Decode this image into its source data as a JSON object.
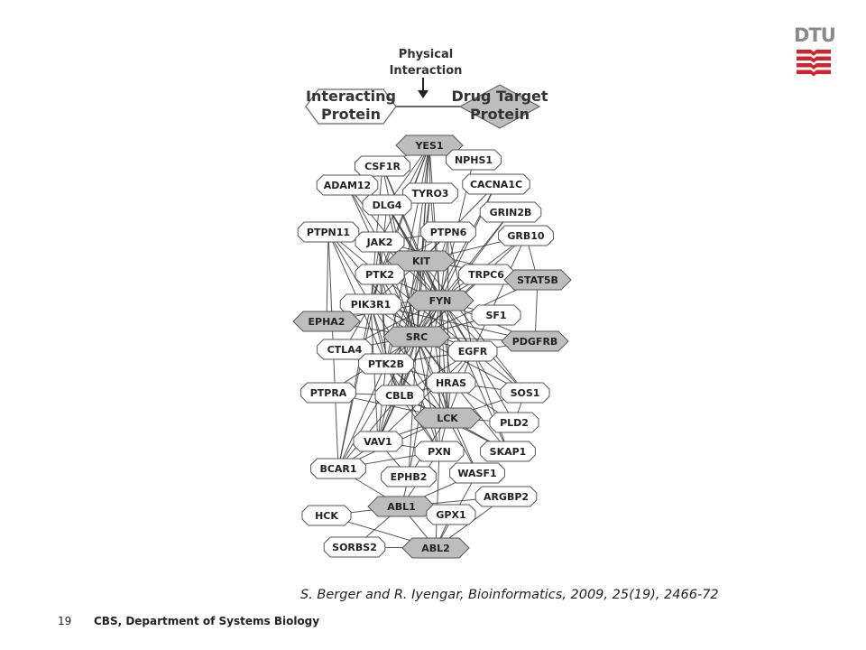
{
  "legend": {
    "arrow_label_line1": "Physical",
    "arrow_label_line2": "Interaction",
    "interacting_line1": "Interacting",
    "interacting_line2": "Protein",
    "target_line1": "Drug Target",
    "target_line2": "Protein"
  },
  "network": {
    "nodes": [
      {
        "id": "YES1",
        "shape": "diamond"
      },
      {
        "id": "CSF1R",
        "shape": "octagon"
      },
      {
        "id": "NPHS1",
        "shape": "octagon"
      },
      {
        "id": "ADAM12",
        "shape": "octagon"
      },
      {
        "id": "TYRO3",
        "shape": "octagon"
      },
      {
        "id": "CACNA1C",
        "shape": "octagon"
      },
      {
        "id": "DLG4",
        "shape": "octagon"
      },
      {
        "id": "GRIN2B",
        "shape": "octagon"
      },
      {
        "id": "PTPN11",
        "shape": "octagon"
      },
      {
        "id": "PTPN6",
        "shape": "octagon"
      },
      {
        "id": "GRB10",
        "shape": "octagon"
      },
      {
        "id": "JAK2",
        "shape": "octagon"
      },
      {
        "id": "KIT",
        "shape": "diamond"
      },
      {
        "id": "PTK2",
        "shape": "octagon"
      },
      {
        "id": "TRPC6",
        "shape": "octagon"
      },
      {
        "id": "STAT5B",
        "shape": "diamond"
      },
      {
        "id": "FYN",
        "shape": "diamond"
      },
      {
        "id": "PIK3R1",
        "shape": "octagon"
      },
      {
        "id": "SF1",
        "shape": "octagon"
      },
      {
        "id": "EPHA2",
        "shape": "diamond"
      },
      {
        "id": "SRC",
        "shape": "diamond"
      },
      {
        "id": "PDGFRB",
        "shape": "diamond"
      },
      {
        "id": "CTLA4",
        "shape": "octagon"
      },
      {
        "id": "EGFR",
        "shape": "octagon"
      },
      {
        "id": "PTK2B",
        "shape": "octagon"
      },
      {
        "id": "HRAS",
        "shape": "octagon"
      },
      {
        "id": "PTPRA",
        "shape": "octagon"
      },
      {
        "id": "CBLB",
        "shape": "octagon"
      },
      {
        "id": "SOS1",
        "shape": "octagon"
      },
      {
        "id": "LCK",
        "shape": "diamond"
      },
      {
        "id": "PLD2",
        "shape": "octagon"
      },
      {
        "id": "VAV1",
        "shape": "octagon"
      },
      {
        "id": "PXN",
        "shape": "octagon"
      },
      {
        "id": "SKAP1",
        "shape": "octagon"
      },
      {
        "id": "BCAR1",
        "shape": "octagon"
      },
      {
        "id": "EPHB2",
        "shape": "octagon"
      },
      {
        "id": "WASF1",
        "shape": "octagon"
      },
      {
        "id": "ARGBP2",
        "shape": "octagon"
      },
      {
        "id": "ABL1",
        "shape": "diamond"
      },
      {
        "id": "HCK",
        "shape": "octagon"
      },
      {
        "id": "GPX1",
        "shape": "octagon"
      },
      {
        "id": "SORBS2",
        "shape": "octagon"
      },
      {
        "id": "ABL2",
        "shape": "diamond"
      }
    ],
    "edges": [
      [
        "YES1",
        "CSF1R"
      ],
      [
        "YES1",
        "NPHS1"
      ],
      [
        "YES1",
        "TYRO3"
      ],
      [
        "YES1",
        "DLG4"
      ],
      [
        "YES1",
        "JAK2"
      ],
      [
        "YES1",
        "PTK2"
      ],
      [
        "YES1",
        "KIT"
      ],
      [
        "YES1",
        "PIK3R1"
      ],
      [
        "YES1",
        "SRC"
      ],
      [
        "YES1",
        "FYN"
      ],
      [
        "YES1",
        "PTK2B"
      ],
      [
        "YES1",
        "CBLB"
      ],
      [
        "CSF1R",
        "KIT"
      ],
      [
        "CSF1R",
        "FYN"
      ],
      [
        "CSF1R",
        "SRC"
      ],
      [
        "CSF1R",
        "PIK3R1"
      ],
      [
        "NPHS1",
        "FYN"
      ],
      [
        "ADAM12",
        "SRC"
      ],
      [
        "ADAM12",
        "FYN"
      ],
      [
        "ADAM12",
        "JAK2"
      ],
      [
        "TYRO3",
        "FYN"
      ],
      [
        "TYRO3",
        "SRC"
      ],
      [
        "TYRO3",
        "KIT"
      ],
      [
        "CACNA1C",
        "SRC"
      ],
      [
        "CACNA1C",
        "FYN"
      ],
      [
        "CACNA1C",
        "KIT"
      ],
      [
        "DLG4",
        "FYN"
      ],
      [
        "DLG4",
        "SRC"
      ],
      [
        "DLG4",
        "PTK2"
      ],
      [
        "DLG4",
        "EGFR"
      ],
      [
        "DLG4",
        "KIT"
      ],
      [
        "GRIN2B",
        "FYN"
      ],
      [
        "GRIN2B",
        "SRC"
      ],
      [
        "PTPN11",
        "JAK2"
      ],
      [
        "PTPN11",
        "PIK3R1"
      ],
      [
        "PTPN11",
        "PTK2"
      ],
      [
        "PTPN11",
        "SRC"
      ],
      [
        "PTPN11",
        "EPHA2"
      ],
      [
        "PTPN11",
        "BCAR1"
      ],
      [
        "PTPN11",
        "KIT"
      ],
      [
        "PTPN11",
        "CBLB"
      ],
      [
        "PTPN6",
        "KIT"
      ],
      [
        "PTPN6",
        "LCK"
      ],
      [
        "PTPN6",
        "SRC"
      ],
      [
        "PTPN6",
        "JAK2"
      ],
      [
        "PTPN6",
        "EGFR"
      ],
      [
        "PTPN6",
        "FYN"
      ],
      [
        "PTPN6",
        "PTK2"
      ],
      [
        "GRB10",
        "KIT"
      ],
      [
        "GRB10",
        "STAT5B"
      ],
      [
        "GRB10",
        "EGFR"
      ],
      [
        "GRB10",
        "FYN"
      ],
      [
        "GRB10",
        "SRC"
      ],
      [
        "JAK2",
        "KIT"
      ],
      [
        "JAK2",
        "PTK2"
      ],
      [
        "JAK2",
        "FYN"
      ],
      [
        "JAK2",
        "SRC"
      ],
      [
        "JAK2",
        "PIK3R1"
      ],
      [
        "JAK2",
        "STAT5B"
      ],
      [
        "JAK2",
        "PTK2B"
      ],
      [
        "KIT",
        "PTK2"
      ],
      [
        "KIT",
        "FYN"
      ],
      [
        "KIT",
        "SRC"
      ],
      [
        "KIT",
        "STAT5B"
      ],
      [
        "KIT",
        "PIK3R1"
      ],
      [
        "KIT",
        "VAV1"
      ],
      [
        "KIT",
        "LCK"
      ],
      [
        "KIT",
        "CBLB"
      ],
      [
        "KIT",
        "PTK2B"
      ],
      [
        "KIT",
        "SOS1"
      ],
      [
        "PTK2",
        "FYN"
      ],
      [
        "PTK2",
        "SRC"
      ],
      [
        "PTK2",
        "PIK3R1"
      ],
      [
        "PTK2",
        "PXN"
      ],
      [
        "PTK2",
        "BCAR1"
      ],
      [
        "PTK2",
        "PTK2B"
      ],
      [
        "PTK2",
        "EGFR"
      ],
      [
        "TRPC6",
        "FYN"
      ],
      [
        "TRPC6",
        "SRC"
      ],
      [
        "STAT5B",
        "PDGFRB"
      ],
      [
        "STAT5B",
        "SRC"
      ],
      [
        "FYN",
        "PIK3R1"
      ],
      [
        "FYN",
        "SRC"
      ],
      [
        "FYN",
        "SF1"
      ],
      [
        "FYN",
        "EGFR"
      ],
      [
        "FYN",
        "HRAS"
      ],
      [
        "FYN",
        "PTK2B"
      ],
      [
        "FYN",
        "CBLB"
      ],
      [
        "FYN",
        "LCK"
      ],
      [
        "FYN",
        "VAV1"
      ],
      [
        "FYN",
        "PXN"
      ],
      [
        "FYN",
        "SKAP1"
      ],
      [
        "FYN",
        "EPHA2"
      ],
      [
        "FYN",
        "CTLA4"
      ],
      [
        "FYN",
        "SOS1"
      ],
      [
        "FYN",
        "PDGFRB"
      ],
      [
        "FYN",
        "EPHB2"
      ],
      [
        "PIK3R1",
        "SRC"
      ],
      [
        "PIK3R1",
        "EPHA2"
      ],
      [
        "PIK3R1",
        "CTLA4"
      ],
      [
        "PIK3R1",
        "PTK2B"
      ],
      [
        "PIK3R1",
        "CBLB"
      ],
      [
        "PIK3R1",
        "VAV1"
      ],
      [
        "PIK3R1",
        "LCK"
      ],
      [
        "PIK3R1",
        "EGFR"
      ],
      [
        "PIK3R1",
        "BCAR1"
      ],
      [
        "PIK3R1",
        "PDGFRB"
      ],
      [
        "SRC",
        "EPHA2"
      ],
      [
        "SRC",
        "CTLA4"
      ],
      [
        "SRC",
        "PTK2B"
      ],
      [
        "SRC",
        "EGFR"
      ],
      [
        "SRC",
        "HRAS"
      ],
      [
        "SRC",
        "CBLB"
      ],
      [
        "SRC",
        "LCK"
      ],
      [
        "SRC",
        "VAV1"
      ],
      [
        "SRC",
        "PXN"
      ],
      [
        "SRC",
        "BCAR1"
      ],
      [
        "SRC",
        "EPHB2"
      ],
      [
        "SRC",
        "PDGFRB"
      ],
      [
        "SRC",
        "SF1"
      ],
      [
        "SRC",
        "PTPRA"
      ],
      [
        "SRC",
        "SKAP1"
      ],
      [
        "SRC",
        "SOS1"
      ],
      [
        "SRC",
        "WASF1"
      ],
      [
        "EGFR",
        "PTK2B"
      ],
      [
        "EGFR",
        "HRAS"
      ],
      [
        "EGFR",
        "SOS1"
      ],
      [
        "EGFR",
        "CBLB"
      ],
      [
        "EGFR",
        "LCK"
      ],
      [
        "EGFR",
        "PLD2"
      ],
      [
        "EGFR",
        "VAV1"
      ],
      [
        "EGFR",
        "PDGFRB"
      ],
      [
        "EGFR",
        "SKAP1"
      ],
      [
        "PTK2B",
        "CBLB"
      ],
      [
        "PTK2B",
        "LCK"
      ],
      [
        "PTK2B",
        "VAV1"
      ],
      [
        "PTK2B",
        "PXN"
      ],
      [
        "PTK2B",
        "BCAR1"
      ],
      [
        "PTK2B",
        "HRAS"
      ],
      [
        "HRAS",
        "SOS1"
      ],
      [
        "HRAS",
        "LCK"
      ],
      [
        "HRAS",
        "PLD2"
      ],
      [
        "HRAS",
        "CBLB"
      ],
      [
        "PTPRA",
        "LCK"
      ],
      [
        "PTPRA",
        "CBLB"
      ],
      [
        "CBLB",
        "LCK"
      ],
      [
        "CBLB",
        "VAV1"
      ],
      [
        "CBLB",
        "BCAR1"
      ],
      [
        "CBLB",
        "PXN"
      ],
      [
        "CBLB",
        "SKAP1"
      ],
      [
        "LCK",
        "SOS1"
      ],
      [
        "LCK",
        "PLD2"
      ],
      [
        "LCK",
        "SKAP1"
      ],
      [
        "LCK",
        "VAV1"
      ],
      [
        "LCK",
        "PXN"
      ],
      [
        "LCK",
        "WASF1"
      ],
      [
        "LCK",
        "BCAR1"
      ],
      [
        "LCK",
        "EPHB2"
      ],
      [
        "LCK",
        "PTK2B"
      ],
      [
        "VAV1",
        "BCAR1"
      ],
      [
        "VAV1",
        "PXN"
      ],
      [
        "VAV1",
        "EPHB2"
      ],
      [
        "SOS1",
        "PLD2"
      ],
      [
        "BCAR1",
        "ABL1"
      ],
      [
        "BCAR1",
        "PXN"
      ],
      [
        "PXN",
        "ABL1"
      ],
      [
        "PXN",
        "ABL2"
      ],
      [
        "EPHB2",
        "ABL1"
      ],
      [
        "WASF1",
        "ABL1"
      ],
      [
        "WASF1",
        "ABL2"
      ],
      [
        "ARGBP2",
        "ABL1"
      ],
      [
        "ARGBP2",
        "ABL2"
      ],
      [
        "ABL1",
        "HCK"
      ],
      [
        "ABL1",
        "GPX1"
      ],
      [
        "ABL1",
        "SORBS2"
      ],
      [
        "ABL1",
        "ABL2"
      ],
      [
        "HCK",
        "ABL2"
      ],
      [
        "GPX1",
        "ABL2"
      ],
      [
        "SORBS2",
        "ABL2"
      ]
    ]
  },
  "citation": "S. Berger and R. Iyengar, Bioinformatics, 2009, 25(19), 2466-72",
  "footer": {
    "slide_number": "19",
    "department": "CBS, Department of Systems Biology"
  },
  "logo": {
    "text": "DTU",
    "color": "#d2232a"
  },
  "colors": {
    "target_fill": "#bdbdbd",
    "interactor_fill": "#ffffff",
    "stroke": "#555555",
    "edge": "#3a3a3a"
  }
}
